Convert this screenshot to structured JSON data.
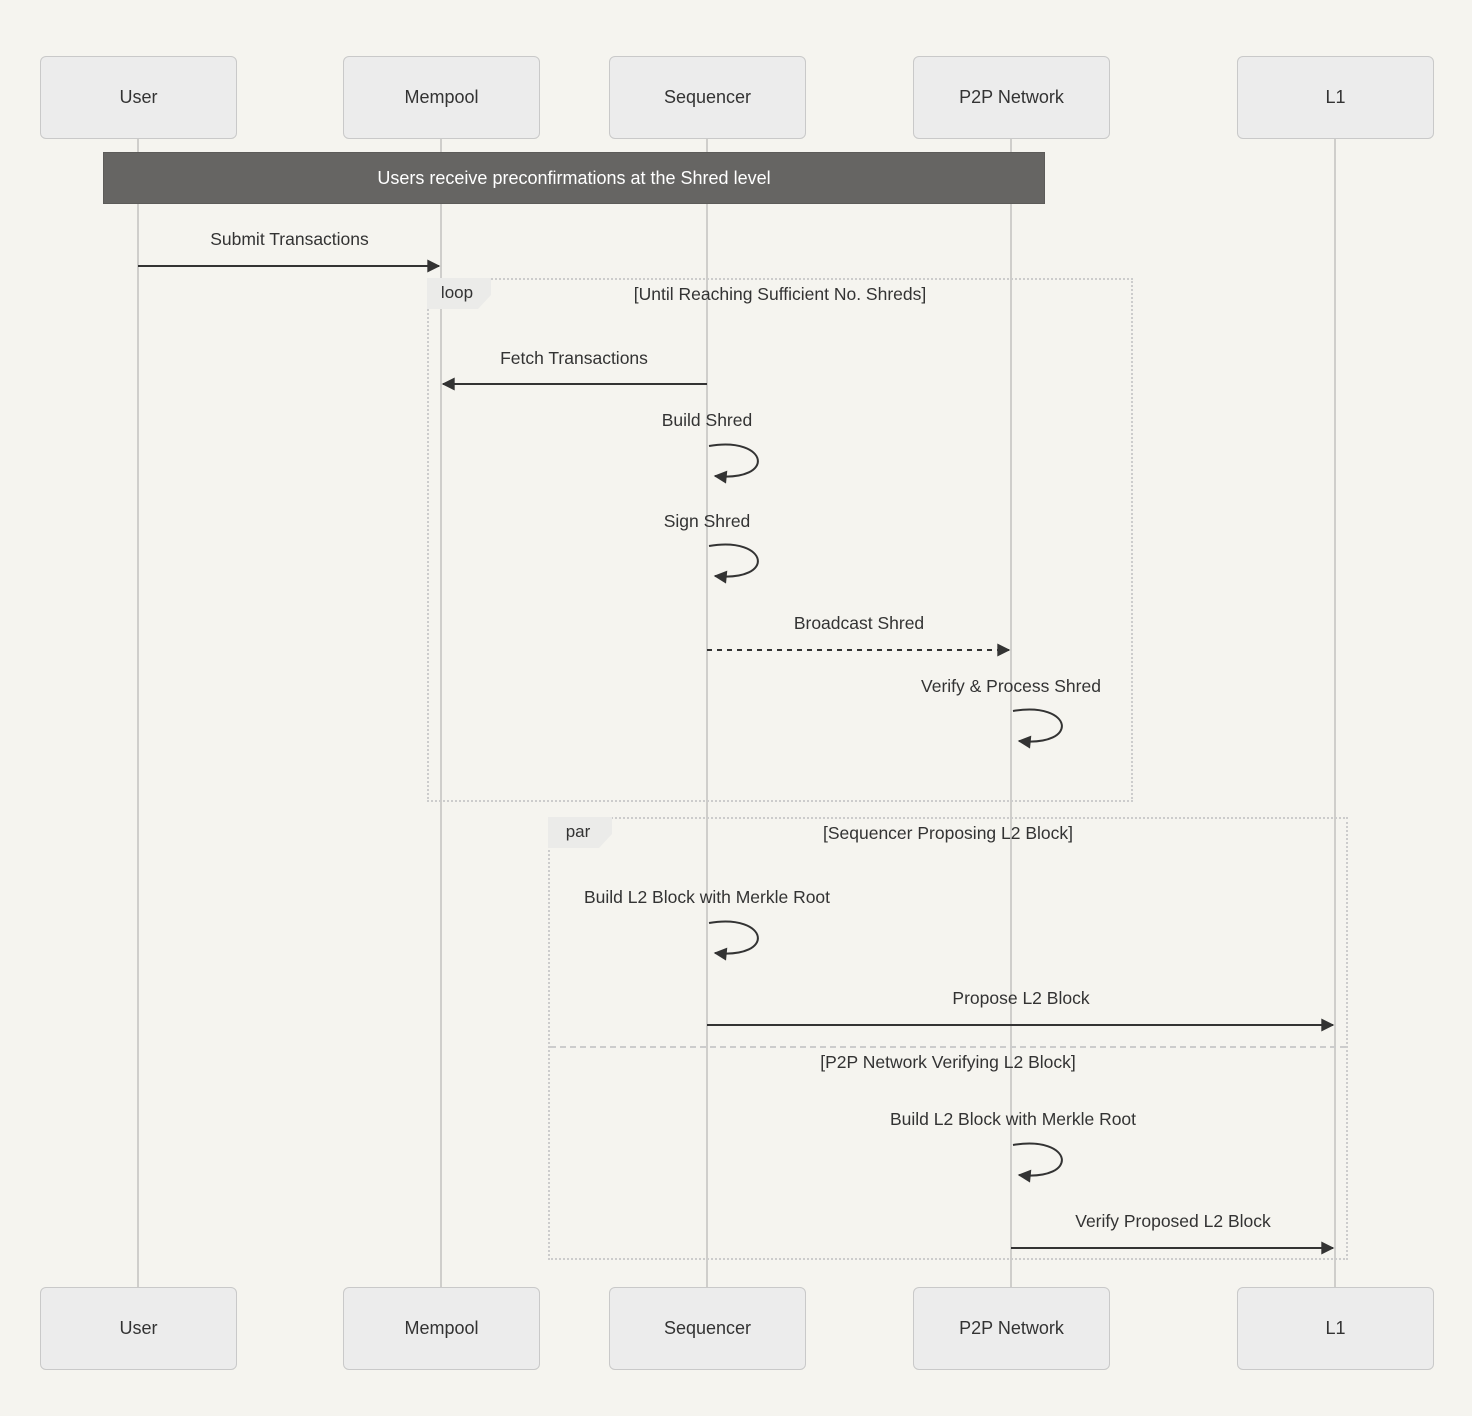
{
  "diagram": {
    "title": "Users receive preconfirmations at the Shred level",
    "actors": [
      {
        "name": "User"
      },
      {
        "name": "Mempool"
      },
      {
        "name": "Sequencer"
      },
      {
        "name": "P2P Network"
      },
      {
        "name": "L1"
      }
    ],
    "frames": {
      "loop": {
        "label": "loop",
        "condition": "[Until Reaching Sufficient No. Shreds]"
      },
      "par": {
        "label": "par",
        "condition": "[Sequencer Proposing L2 Block]",
        "divider_condition": "[P2P Network Verifying L2 Block]"
      }
    },
    "messages": {
      "submit_transactions": "Submit Transactions",
      "fetch_transactions": "Fetch Transactions",
      "build_shred": "Build Shred",
      "sign_shred": "Sign Shred",
      "broadcast_shred": "Broadcast Shred",
      "verify_process_shred": "Verify & Process Shred",
      "build_l2_block_sequencer": "Build L2 Block with Merkle Root",
      "propose_l2_block": "Propose L2 Block",
      "build_l2_block_p2p": "Build L2 Block with Merkle Root",
      "verify_proposed_l2_block": "Verify Proposed L2 Block"
    },
    "colors": {
      "background": "#f5f4ef",
      "actor_fill": "#ececec",
      "actor_border": "#c9c9c9",
      "title_fill": "#666563",
      "title_text": "#ffffff",
      "lifeline": "#cfcecb",
      "arrow": "#333333",
      "text": "#333333",
      "frame_border": "#cccccc"
    }
  }
}
